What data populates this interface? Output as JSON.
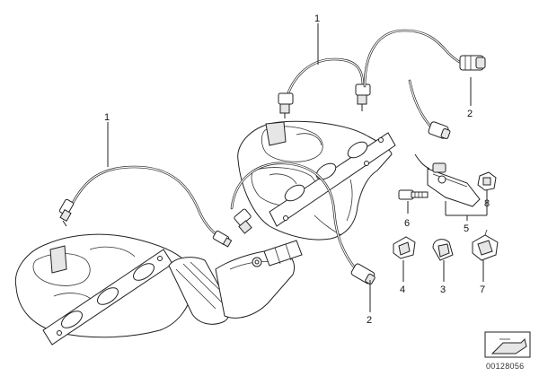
{
  "callouts": {
    "cable_front_left": "1",
    "cable_rear_right": "1",
    "sensor_right_top": "2",
    "sensor_left_bottom": "2",
    "clip_3": "3",
    "clip_4": "4",
    "bracket_5": "5",
    "screw_6": "6",
    "nut_8": "8",
    "clip_7": "7"
  },
  "diagram_code": "00128056",
  "colors": {
    "ink": "#222222",
    "background": "#ffffff",
    "shade": "#e6e6e6"
  },
  "icons": {
    "corner_badge": "wrench-arrow-icon"
  }
}
